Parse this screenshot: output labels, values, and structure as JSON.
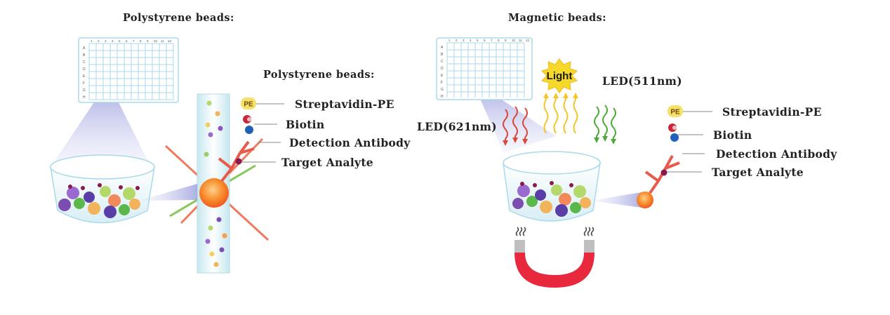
{
  "left_panel": {
    "title": "Polystyrene beads:",
    "subtitle": "Polystyrene beads:",
    "labels": {
      "streptavidin": "Streptavidin-PE",
      "biotin": "Biotin",
      "detection": "Detection Antibody",
      "target": "Target Analyte"
    },
    "pe_badge": "PE"
  },
  "right_panel": {
    "title": "Magnetic beads:",
    "light_label": "Light",
    "led_green": "LED(511nm)",
    "led_red": "LED(621nm)",
    "labels": {
      "streptavidin": "Streptavidin-PE",
      "biotin": "Biotin",
      "detection": "Detection Antibody",
      "target": "Target Analyte"
    },
    "pe_badge": "PE"
  },
  "colors": {
    "text": "#222222",
    "laser": "#f07a5e",
    "green_laser": "#86c85a",
    "bead_orange": "#f78b2a",
    "antibody": "#e85a4a",
    "magnet": "#e8283c",
    "led_red": "#d9493a",
    "led_green": "#4faa3a",
    "light_rays": "#f2c62a",
    "grid": "#a9d9ea"
  },
  "plate": {
    "columns": [
      "1",
      "2",
      "3",
      "4",
      "5",
      "6",
      "7",
      "8",
      "9",
      "10",
      "11",
      "12"
    ],
    "rows": [
      "A",
      "B",
      "C",
      "D",
      "E",
      "F",
      "G",
      "H"
    ]
  }
}
